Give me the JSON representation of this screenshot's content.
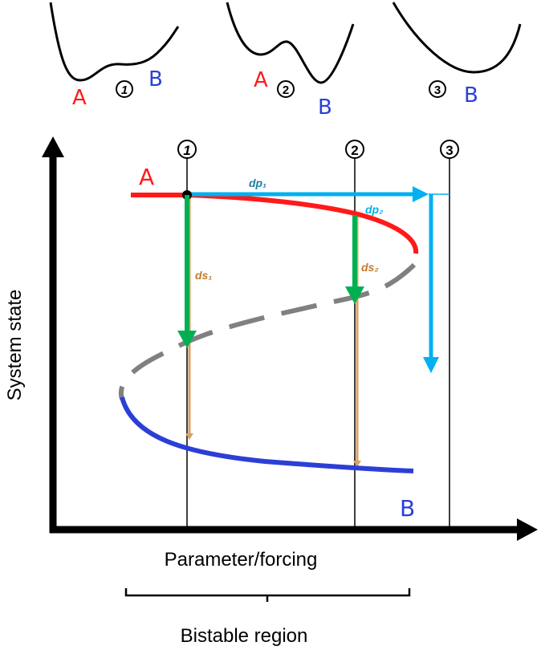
{
  "potentials": [
    {
      "number": "1",
      "labels": [
        "A",
        "B"
      ]
    },
    {
      "number": "2",
      "labels": [
        "A",
        "B"
      ]
    },
    {
      "number": "3",
      "labels": [
        "B"
      ]
    }
  ],
  "markers": [
    "1",
    "2",
    "3"
  ],
  "labels": {
    "A": "A",
    "B": "B",
    "dp1": "dp₁",
    "dp2": "dp₂",
    "ds1": "ds₁",
    "ds2": "ds₂"
  },
  "axes": {
    "y": "System state",
    "x": "Parameter/forcing"
  },
  "bracket_label": "Bistable region",
  "colors": {
    "A": "#ff1a1a",
    "B": "#2b3fd6",
    "dp": "#00b0f0",
    "ds": "#00b050",
    "unstable": "#808080",
    "arrow_orange": "#d9a066"
  }
}
